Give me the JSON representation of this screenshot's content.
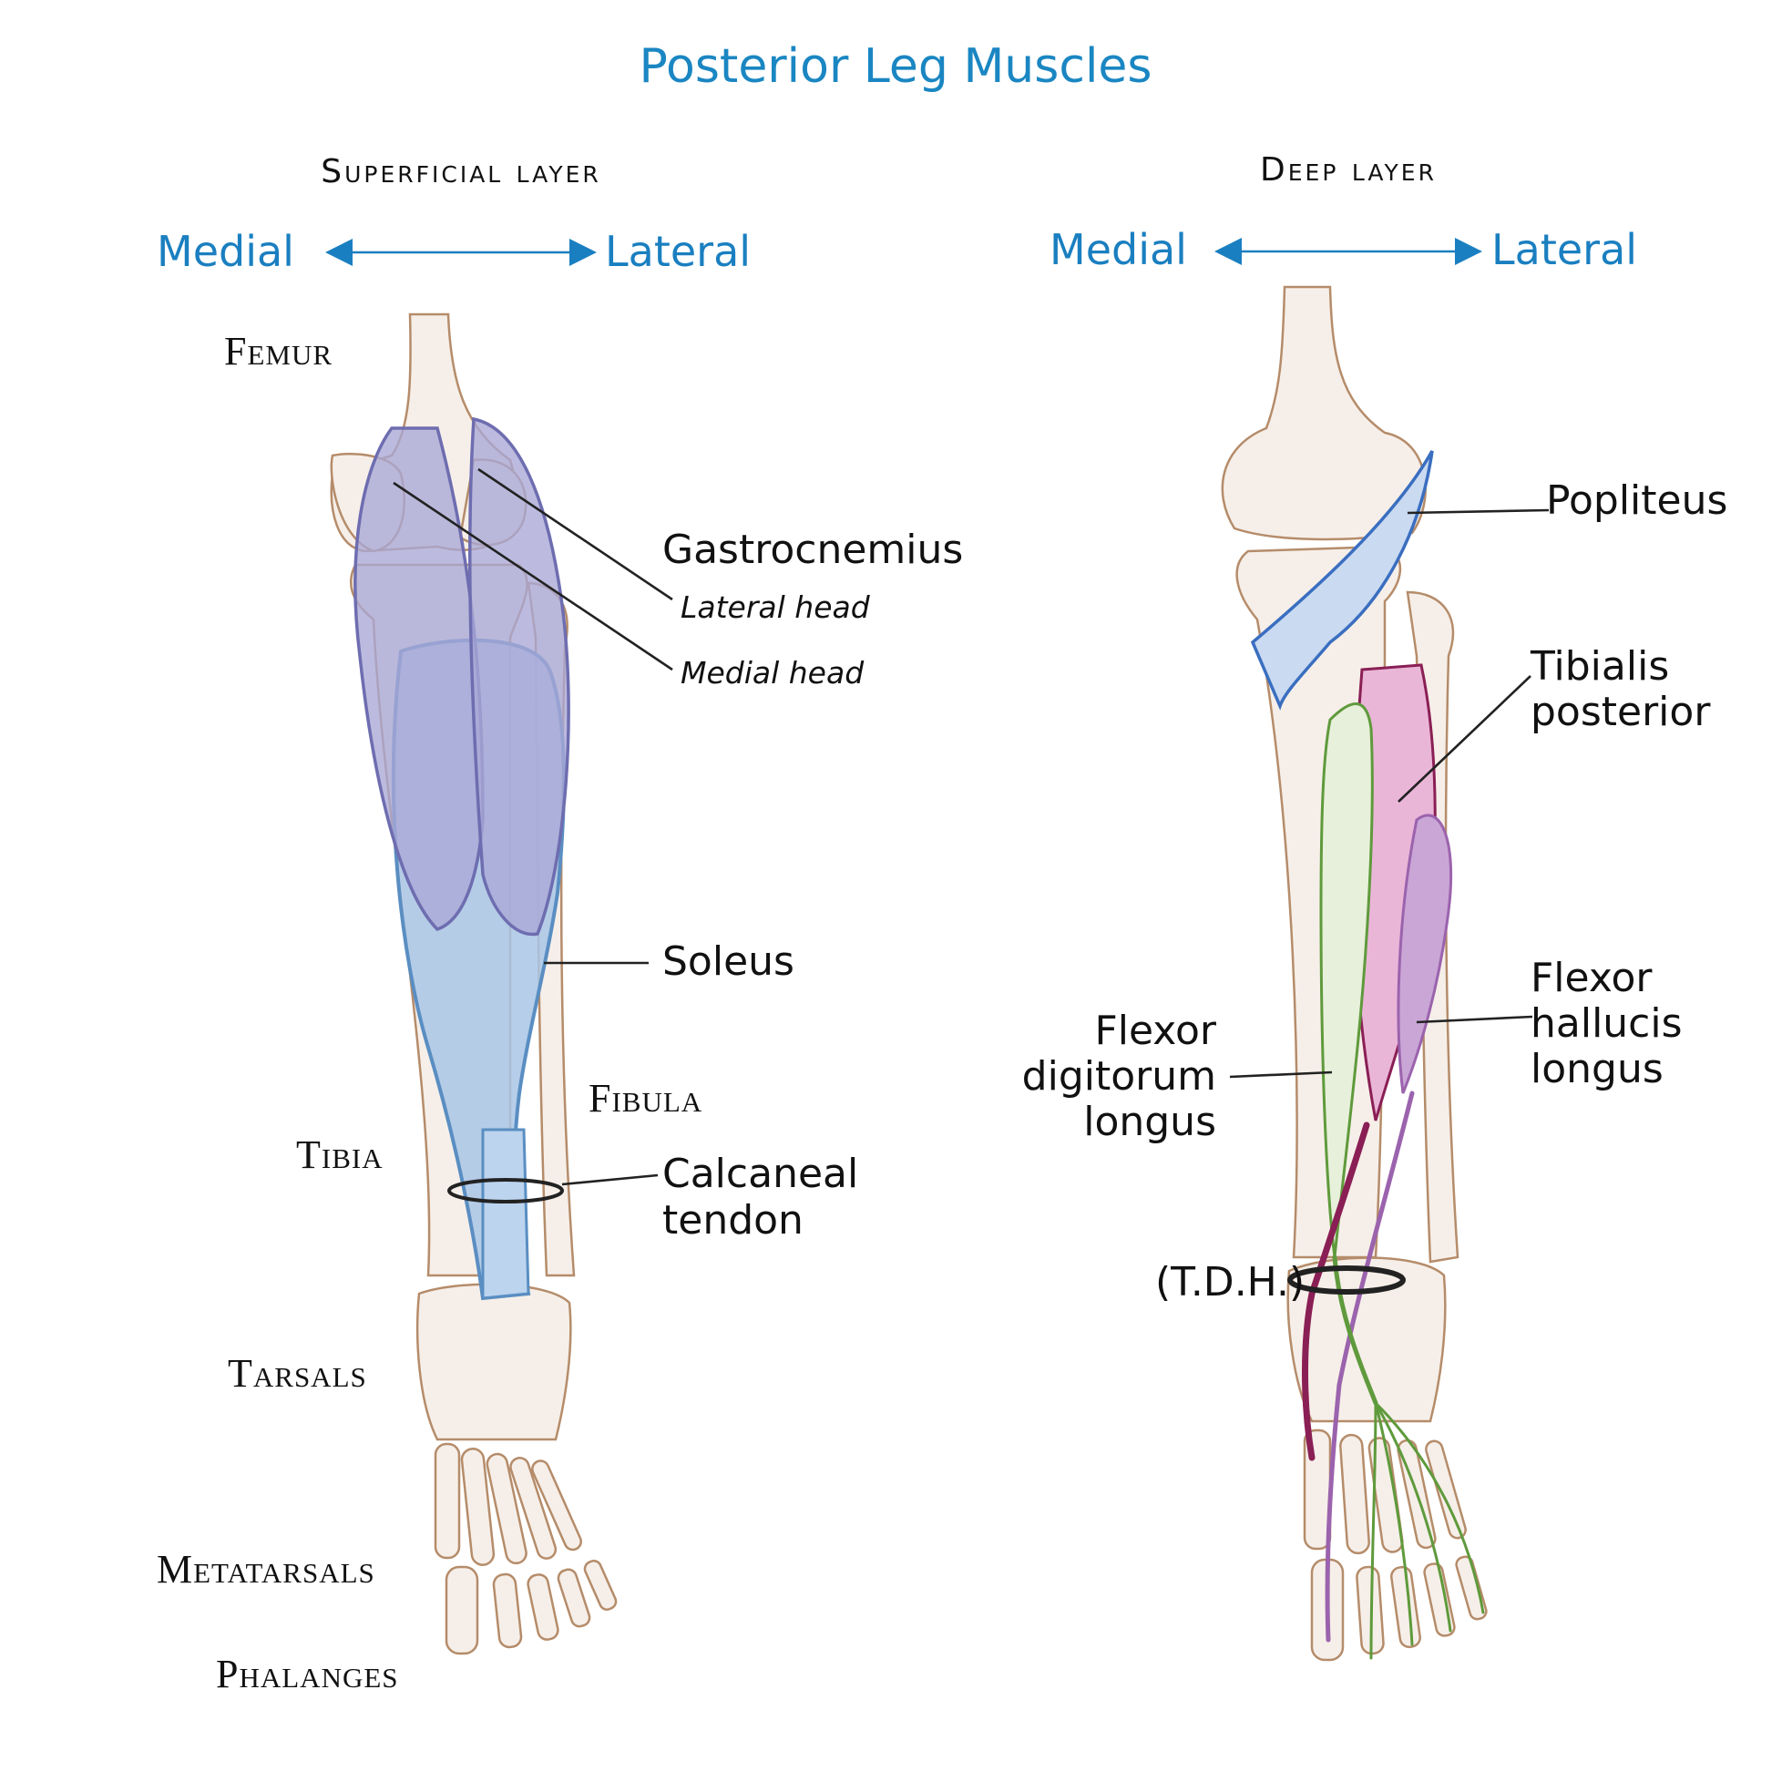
{
  "title": "Posterior Leg Muscles",
  "left_panel": {
    "heading": "Superficial layer",
    "direction": {
      "left": "Medial",
      "right": "Lateral"
    },
    "bones": {
      "femur": "Femur",
      "fibula": "Fibula",
      "tibia": "Tibia",
      "tarsals": "Tarsals",
      "metatarsals": "Metatarsals",
      "phalanges": "Phalanges"
    },
    "muscles": {
      "gastrocnemius": "Gastrocnemius",
      "lateral_head": "Lateral head",
      "medial_head": "Medial head",
      "soleus": "Soleus",
      "calcaneal_line1": "Calcaneal",
      "calcaneal_line2": "tendon"
    }
  },
  "right_panel": {
    "heading": "Deep layer",
    "direction": {
      "left": "Medial",
      "right": "Lateral"
    },
    "muscles": {
      "popliteus": "Popliteus",
      "tibialis_line1": "Tibialis",
      "tibialis_line2": "posterior",
      "fhl_line1": "Flexor",
      "fhl_line2": "hallucis",
      "fhl_line3": "longus",
      "fdl_line1": "Flexor",
      "fdl_line2": "digitorum",
      "fdl_line3": "longus",
      "tdh": "(T.D.H.)"
    }
  },
  "colors": {
    "title": "#1a86c2",
    "bone": "#f6efe9",
    "gastrocnemius": "#a9a8d6",
    "soleus": "#a9c6e6",
    "popliteus": "#c9daf1",
    "tibialis_posterior": "#eab6d8",
    "flexor_hallucis_longus": "#9b63ad",
    "flexor_digitorum_longus": "#5f9a3c",
    "tendon_dark": "#8a1f55"
  }
}
